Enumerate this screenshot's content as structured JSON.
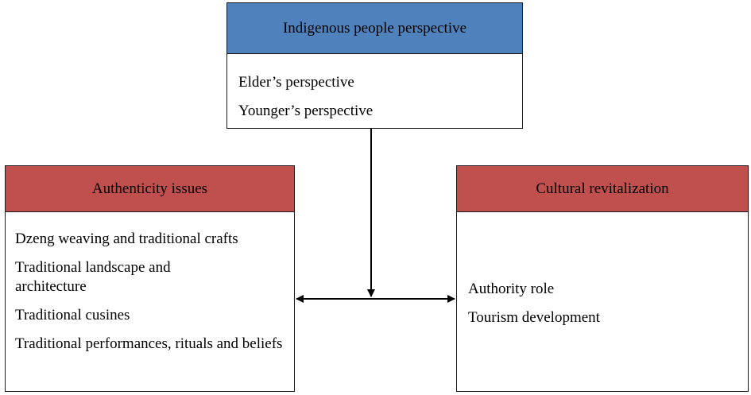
{
  "top": {
    "title": "Indigenous people perspective",
    "items": [
      "Elder’s perspective",
      "Younger’s perspective"
    ]
  },
  "left": {
    "title": "Authenticity issues",
    "items": [
      "Dzeng weaving and traditional crafts",
      "Traditional landscape and architecture",
      "Traditional cusines",
      "Traditional performances, rituals and beliefs"
    ]
  },
  "right": {
    "title": "Cultural revitalization",
    "items": [
      "Authority role",
      "Tourism development"
    ]
  },
  "colors": {
    "top_header": "#4f81bd",
    "side_header": "#c0504d"
  }
}
